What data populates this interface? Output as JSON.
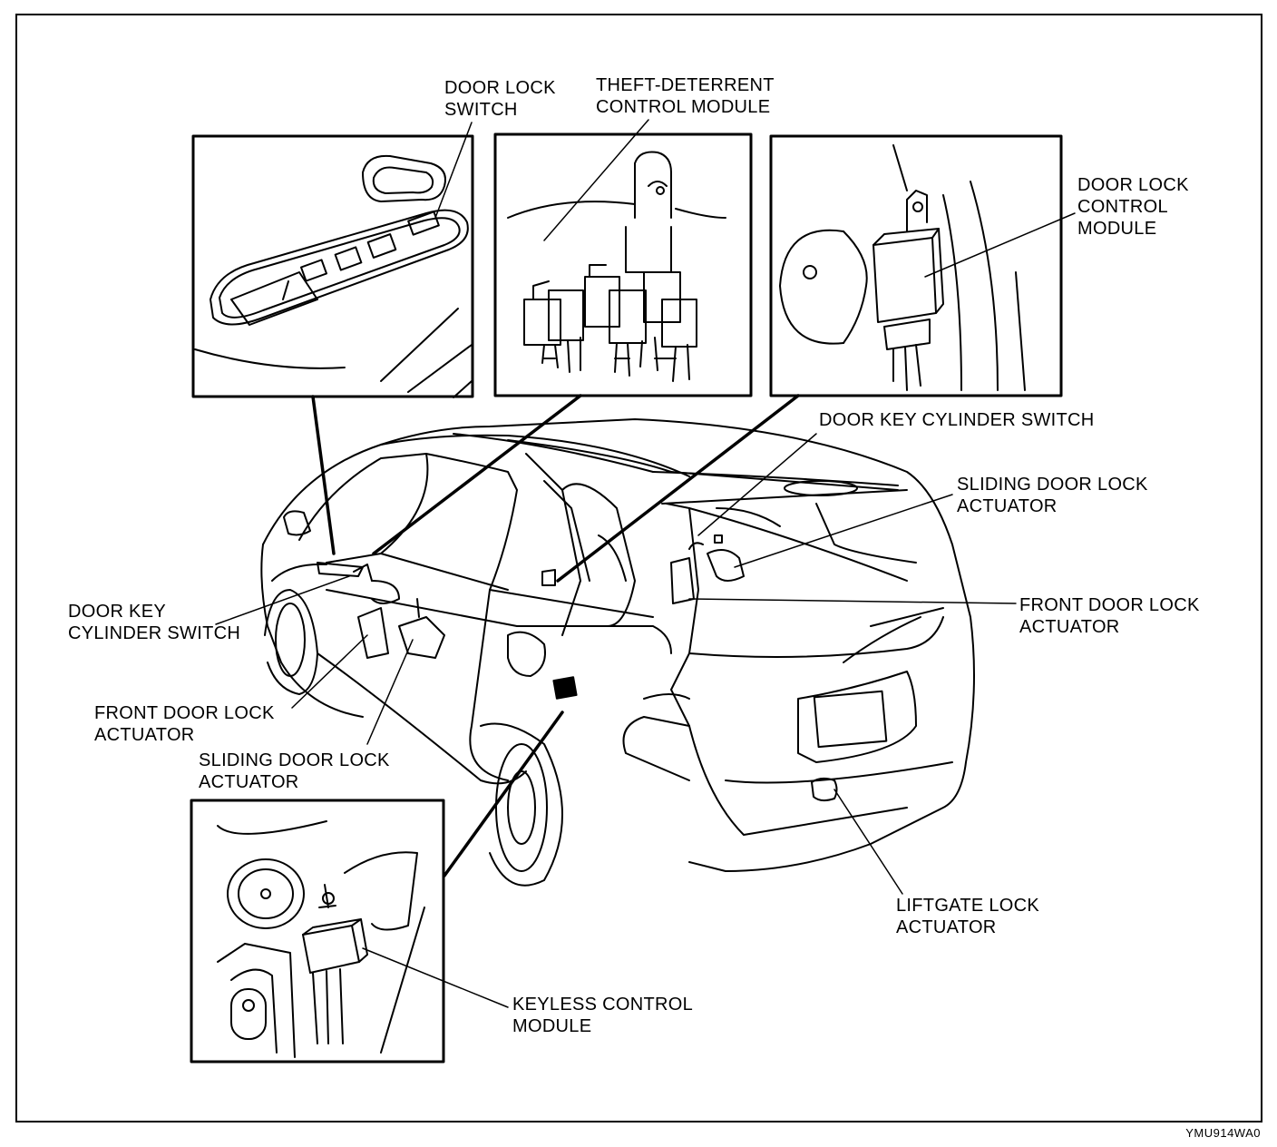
{
  "labels": {
    "door_lock_switch": [
      "DOOR LOCK",
      "SWITCH"
    ],
    "theft_deterrent": [
      "THEFT-DETERRENT",
      "CONTROL MODULE"
    ],
    "door_lock_control": [
      "DOOR LOCK",
      "CONTROL",
      "MODULE"
    ],
    "door_key_cyl_right": [
      "DOOR KEY CYLINDER SWITCH"
    ],
    "sliding_door_right": [
      "SLIDING DOOR LOCK",
      "ACTUATOR"
    ],
    "front_door_right": [
      "FRONT DOOR LOCK",
      "ACTUATOR"
    ],
    "door_key_cyl_left": [
      "DOOR KEY",
      "CYLINDER SWITCH"
    ],
    "front_door_left": [
      "FRONT DOOR LOCK",
      "ACTUATOR"
    ],
    "sliding_door_left": [
      "SLIDING DOOR LOCK",
      "ACTUATOR"
    ],
    "liftgate": [
      "LIFTGATE LOCK",
      "ACTUATOR"
    ],
    "keyless": [
      "KEYLESS CONTROL",
      "MODULE"
    ]
  },
  "figure_code": "YMU914WA0"
}
